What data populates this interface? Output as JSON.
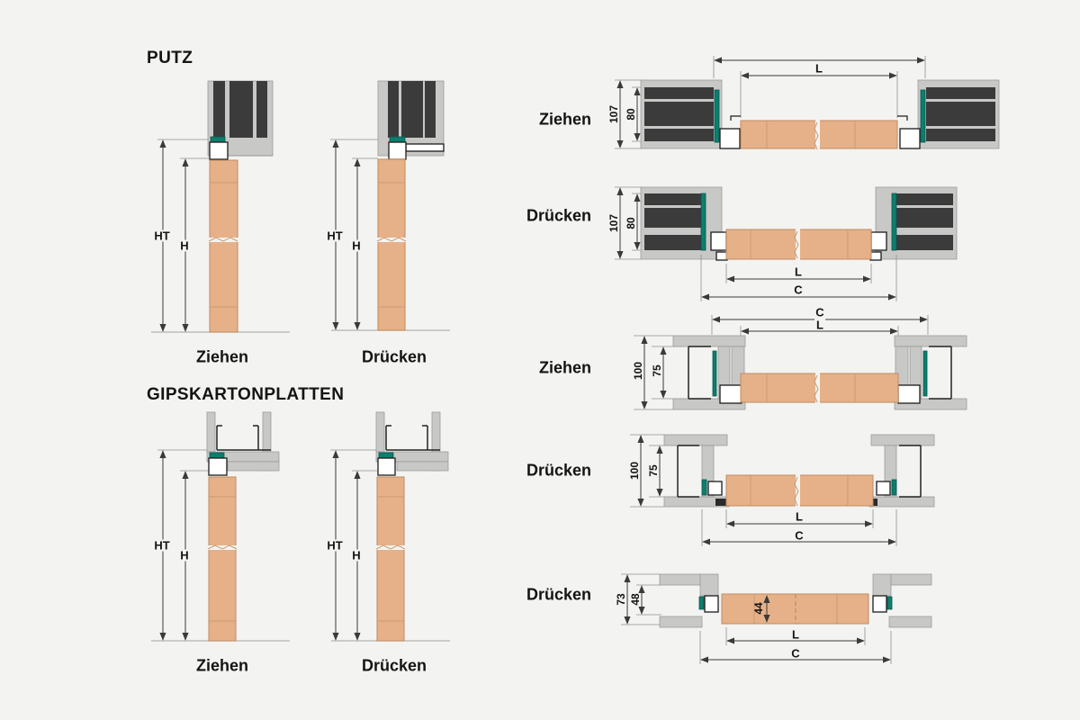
{
  "left": {
    "putz": {
      "heading": "PUTZ",
      "ziehen": {
        "label": "Ziehen",
        "dim_total_height": "HT",
        "dim_leaf_height": "H"
      },
      "druecken": {
        "label": "Drücken",
        "dim_total_height": "HT",
        "dim_leaf_height": "H"
      }
    },
    "gips": {
      "heading": "GIPSKARTONPLATTEN",
      "ziehen": {
        "label": "Ziehen",
        "dim_total_height": "HT",
        "dim_leaf_height": "H"
      },
      "druecken": {
        "label": "Drücken",
        "dim_total_height": "HT",
        "dim_leaf_height": "H"
      }
    }
  },
  "right": {
    "d1": {
      "label": "Ziehen",
      "wall_depth": "107",
      "band_depth": "80",
      "leaf_width": "L"
    },
    "d2": {
      "label": "Drücken",
      "wall_depth": "107",
      "band_depth": "80",
      "leaf_width": "L",
      "frame_width": "C"
    },
    "d3": {
      "label": "Ziehen",
      "wall_depth": "100",
      "band_depth": "75",
      "leaf_width": "L",
      "frame_width": "C"
    },
    "d4": {
      "label": "Drücken",
      "wall_depth": "100",
      "band_depth": "75",
      "leaf_width": "L",
      "frame_width": "C"
    },
    "d5": {
      "label": "Drücken",
      "wall_depth": "73",
      "band_depth": "48",
      "leaf_thickness": "44",
      "leaf_width": "L",
      "frame_width": "C"
    }
  },
  "colors": {
    "background": "#f3f3f1",
    "wall_grey": "#c8c8c6",
    "insulation_band": "#3b3b3b",
    "door_leaf": "#e6b189",
    "seal_teal": "#0e7e6d",
    "frame_white": "#ffffff",
    "dimension_line": "#3a3a3a"
  }
}
